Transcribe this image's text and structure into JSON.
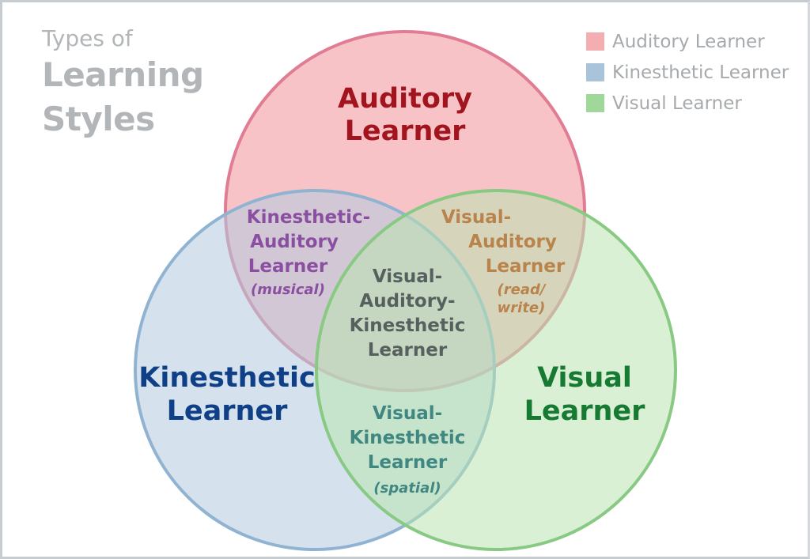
{
  "title": {
    "line1": "Types of",
    "line2": "Learning",
    "line3": "Styles"
  },
  "legend": [
    {
      "label": "Auditory Learner",
      "color": "#f4aeb2"
    },
    {
      "label": "Kinesthetic Learner",
      "color": "#a9c4da"
    },
    {
      "label": "Visual Learner",
      "color": "#9fd898"
    }
  ],
  "circles": {
    "auditory": {
      "fill": "#f7b9bd",
      "stroke": "#e07d95"
    },
    "kinesthetic": {
      "fill": "#b3cbe0",
      "stroke": "#8fb3d1"
    },
    "visual": {
      "fill": "#b9e3b0",
      "stroke": "#88c983"
    }
  },
  "regions": {
    "auditory": {
      "line1": "Auditory",
      "line2": "Learner",
      "color": "#a3151e"
    },
    "kinesthetic": {
      "line1": "Kinesthetic",
      "line2": "Learner",
      "color": "#0f3f86"
    },
    "visual": {
      "line1": "Visual",
      "line2": "Learner",
      "color": "#167a32"
    },
    "kinesthetic_auditory": {
      "line1": "Kinesthetic-",
      "line2": "Auditory",
      "line3": "Learner",
      "note": "(musical)",
      "color": "#8a4fa0"
    },
    "visual_auditory": {
      "line1": "Visual-",
      "line2": "Auditory",
      "line3": "Learner",
      "note1": "(read/",
      "note2": "write)",
      "color": "#b9834b"
    },
    "visual_auditory_kinesthetic": {
      "line1": "Visual-",
      "line2": "Auditory-",
      "line3": "Kinesthetic",
      "line4": "Learner",
      "color": "#56605e"
    },
    "visual_kinesthetic": {
      "line1": "Visual-",
      "line2": "Kinesthetic",
      "line3": "Learner",
      "note": "(spatial)",
      "color": "#3f8780"
    }
  }
}
